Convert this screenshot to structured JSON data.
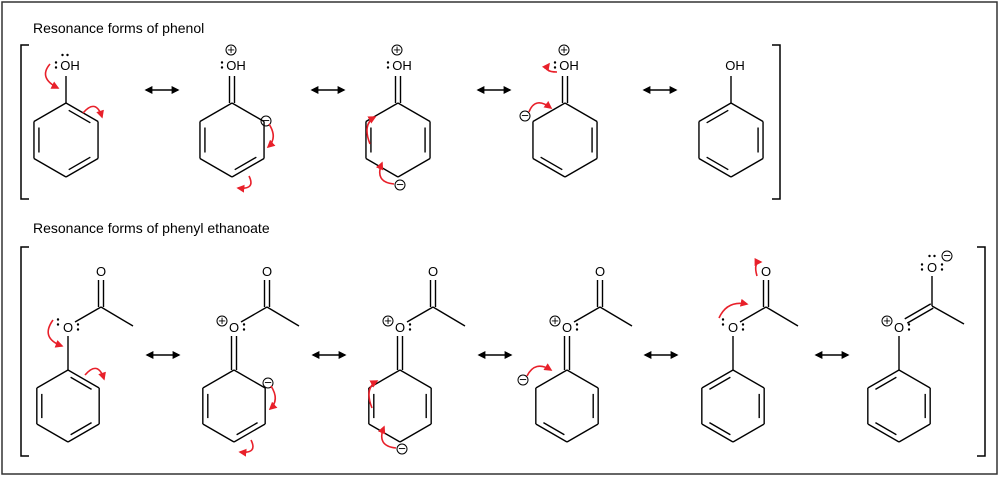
{
  "figure": {
    "sections": [
      {
        "title": "Resonance forms of phenol",
        "substituent_label": "OH",
        "form_count": 5
      },
      {
        "title": "Resonance forms of phenyl ethanoate",
        "ether_oxygen_label": "O",
        "carbonyl_oxygen_label": "O",
        "form_count": 6
      }
    ],
    "symbols": {
      "lone_pair": ":",
      "positive_charge": "+",
      "negative_charge": "−"
    },
    "colors": {
      "bond": "#000000",
      "curved_arrow": "#e8202a",
      "border": "#333333"
    }
  }
}
